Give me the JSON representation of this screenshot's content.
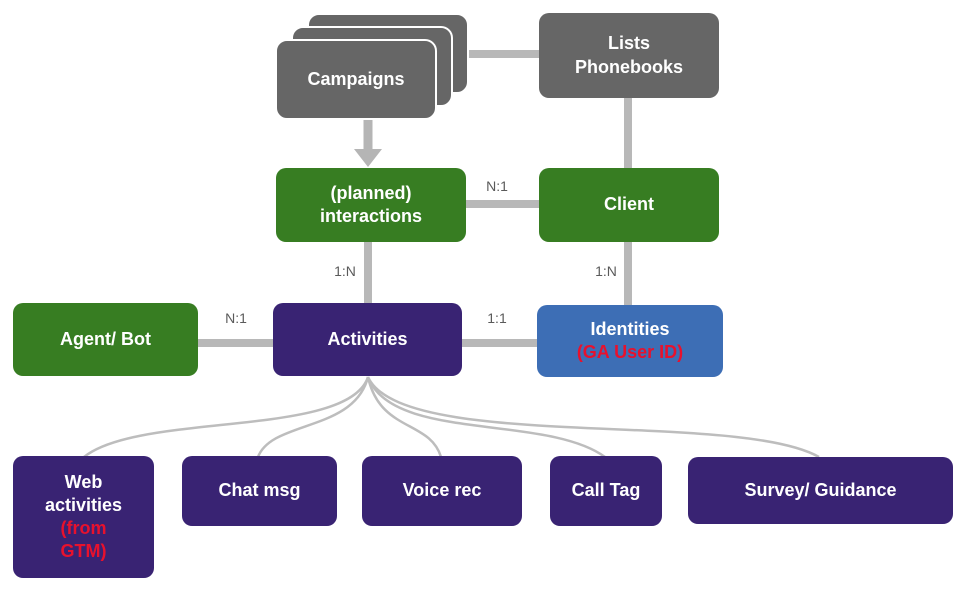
{
  "diagram": {
    "nodes": {
      "campaigns": {
        "label": "Campaigns"
      },
      "lists_phonebooks": {
        "lines": [
          "Lists",
          "Phonebooks"
        ]
      },
      "planned_interactions": {
        "lines": [
          "(planned)",
          "interactions"
        ]
      },
      "client": {
        "label": "Client"
      },
      "agent_bot": {
        "label": "Agent/ Bot"
      },
      "activities": {
        "label": "Activities"
      },
      "identities": {
        "title": "Identities",
        "subtitle": "(GA User ID)"
      },
      "web_activities": {
        "white_lines": [
          "Web",
          "activities"
        ],
        "red_lines": [
          "(from",
          "GTM)"
        ]
      },
      "chat_msg": {
        "label": "Chat msg"
      },
      "voice_rec": {
        "label": "Voice rec"
      },
      "call_tag": {
        "label": "Call Tag"
      },
      "survey_guidance": {
        "label": "Survey/ Guidance"
      }
    },
    "edge_labels": {
      "planned_client": "N:1",
      "planned_activities": "1:N",
      "client_identities": "1:N",
      "agent_activities": "N:1",
      "activities_identities": "1:1"
    },
    "colors": {
      "gray_node": "#666666",
      "green_node": "#377d22",
      "purple_node": "#392373",
      "blue_node": "#3d6eb5",
      "connector": "#b8b8b8",
      "curve": "#bdbdbd",
      "edge_label_text": "#5a5a5a",
      "node_text": "#ffffff",
      "red_text": "#e8112d",
      "background": "#ffffff"
    }
  }
}
